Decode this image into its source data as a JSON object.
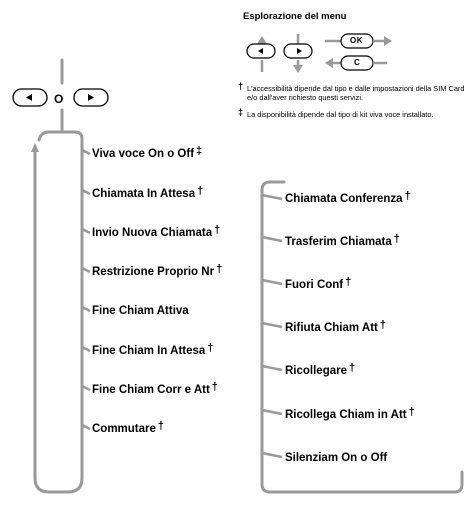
{
  "legend": {
    "title": "Esplorazione del menu",
    "keys": {
      "ok": "OK",
      "c": "C"
    },
    "notes": [
      {
        "mark": "†",
        "text": "L'accessibilità dipende dal tipo e dalle impostazioni della SIM Card e/o dall'aver richiesto questi servizi."
      },
      {
        "mark": "‡",
        "text": "La disponibilità dipende dal tipo di kit viva voce installato."
      }
    ]
  },
  "nav": {
    "center": "O"
  },
  "menu_left": [
    {
      "label": "Viva voce On o Off",
      "mark": "‡"
    },
    {
      "label": "Chiamata In Attesa",
      "mark": "†"
    },
    {
      "label": "Invio Nuova Chiamata",
      "mark": "†"
    },
    {
      "label": "Restrizione Proprio Nr",
      "mark": "†"
    },
    {
      "label": "Fine Chiam Attiva",
      "mark": ""
    },
    {
      "label": "Fine Chiam In Attesa",
      "mark": "†"
    },
    {
      "label": "Fine Chiam Corr e Att",
      "mark": "†"
    },
    {
      "label": "Commutare",
      "mark": "†"
    }
  ],
  "menu_right": [
    {
      "label": "Chiamata Conferenza",
      "mark": "†"
    },
    {
      "label": "Trasferim Chiamata",
      "mark": "†"
    },
    {
      "label": "Fuori Conf",
      "mark": "†"
    },
    {
      "label": "Rifiuta Chiam Att",
      "mark": "†"
    },
    {
      "label": "Ricollegare",
      "mark": "†"
    },
    {
      "label": "Ricollega Chiam in Att",
      "mark": "†"
    },
    {
      "label": "Silenziam On o Off",
      "mark": ""
    }
  ],
  "colors": {
    "line": "#9a9a9a",
    "key_outline": "#000000"
  }
}
